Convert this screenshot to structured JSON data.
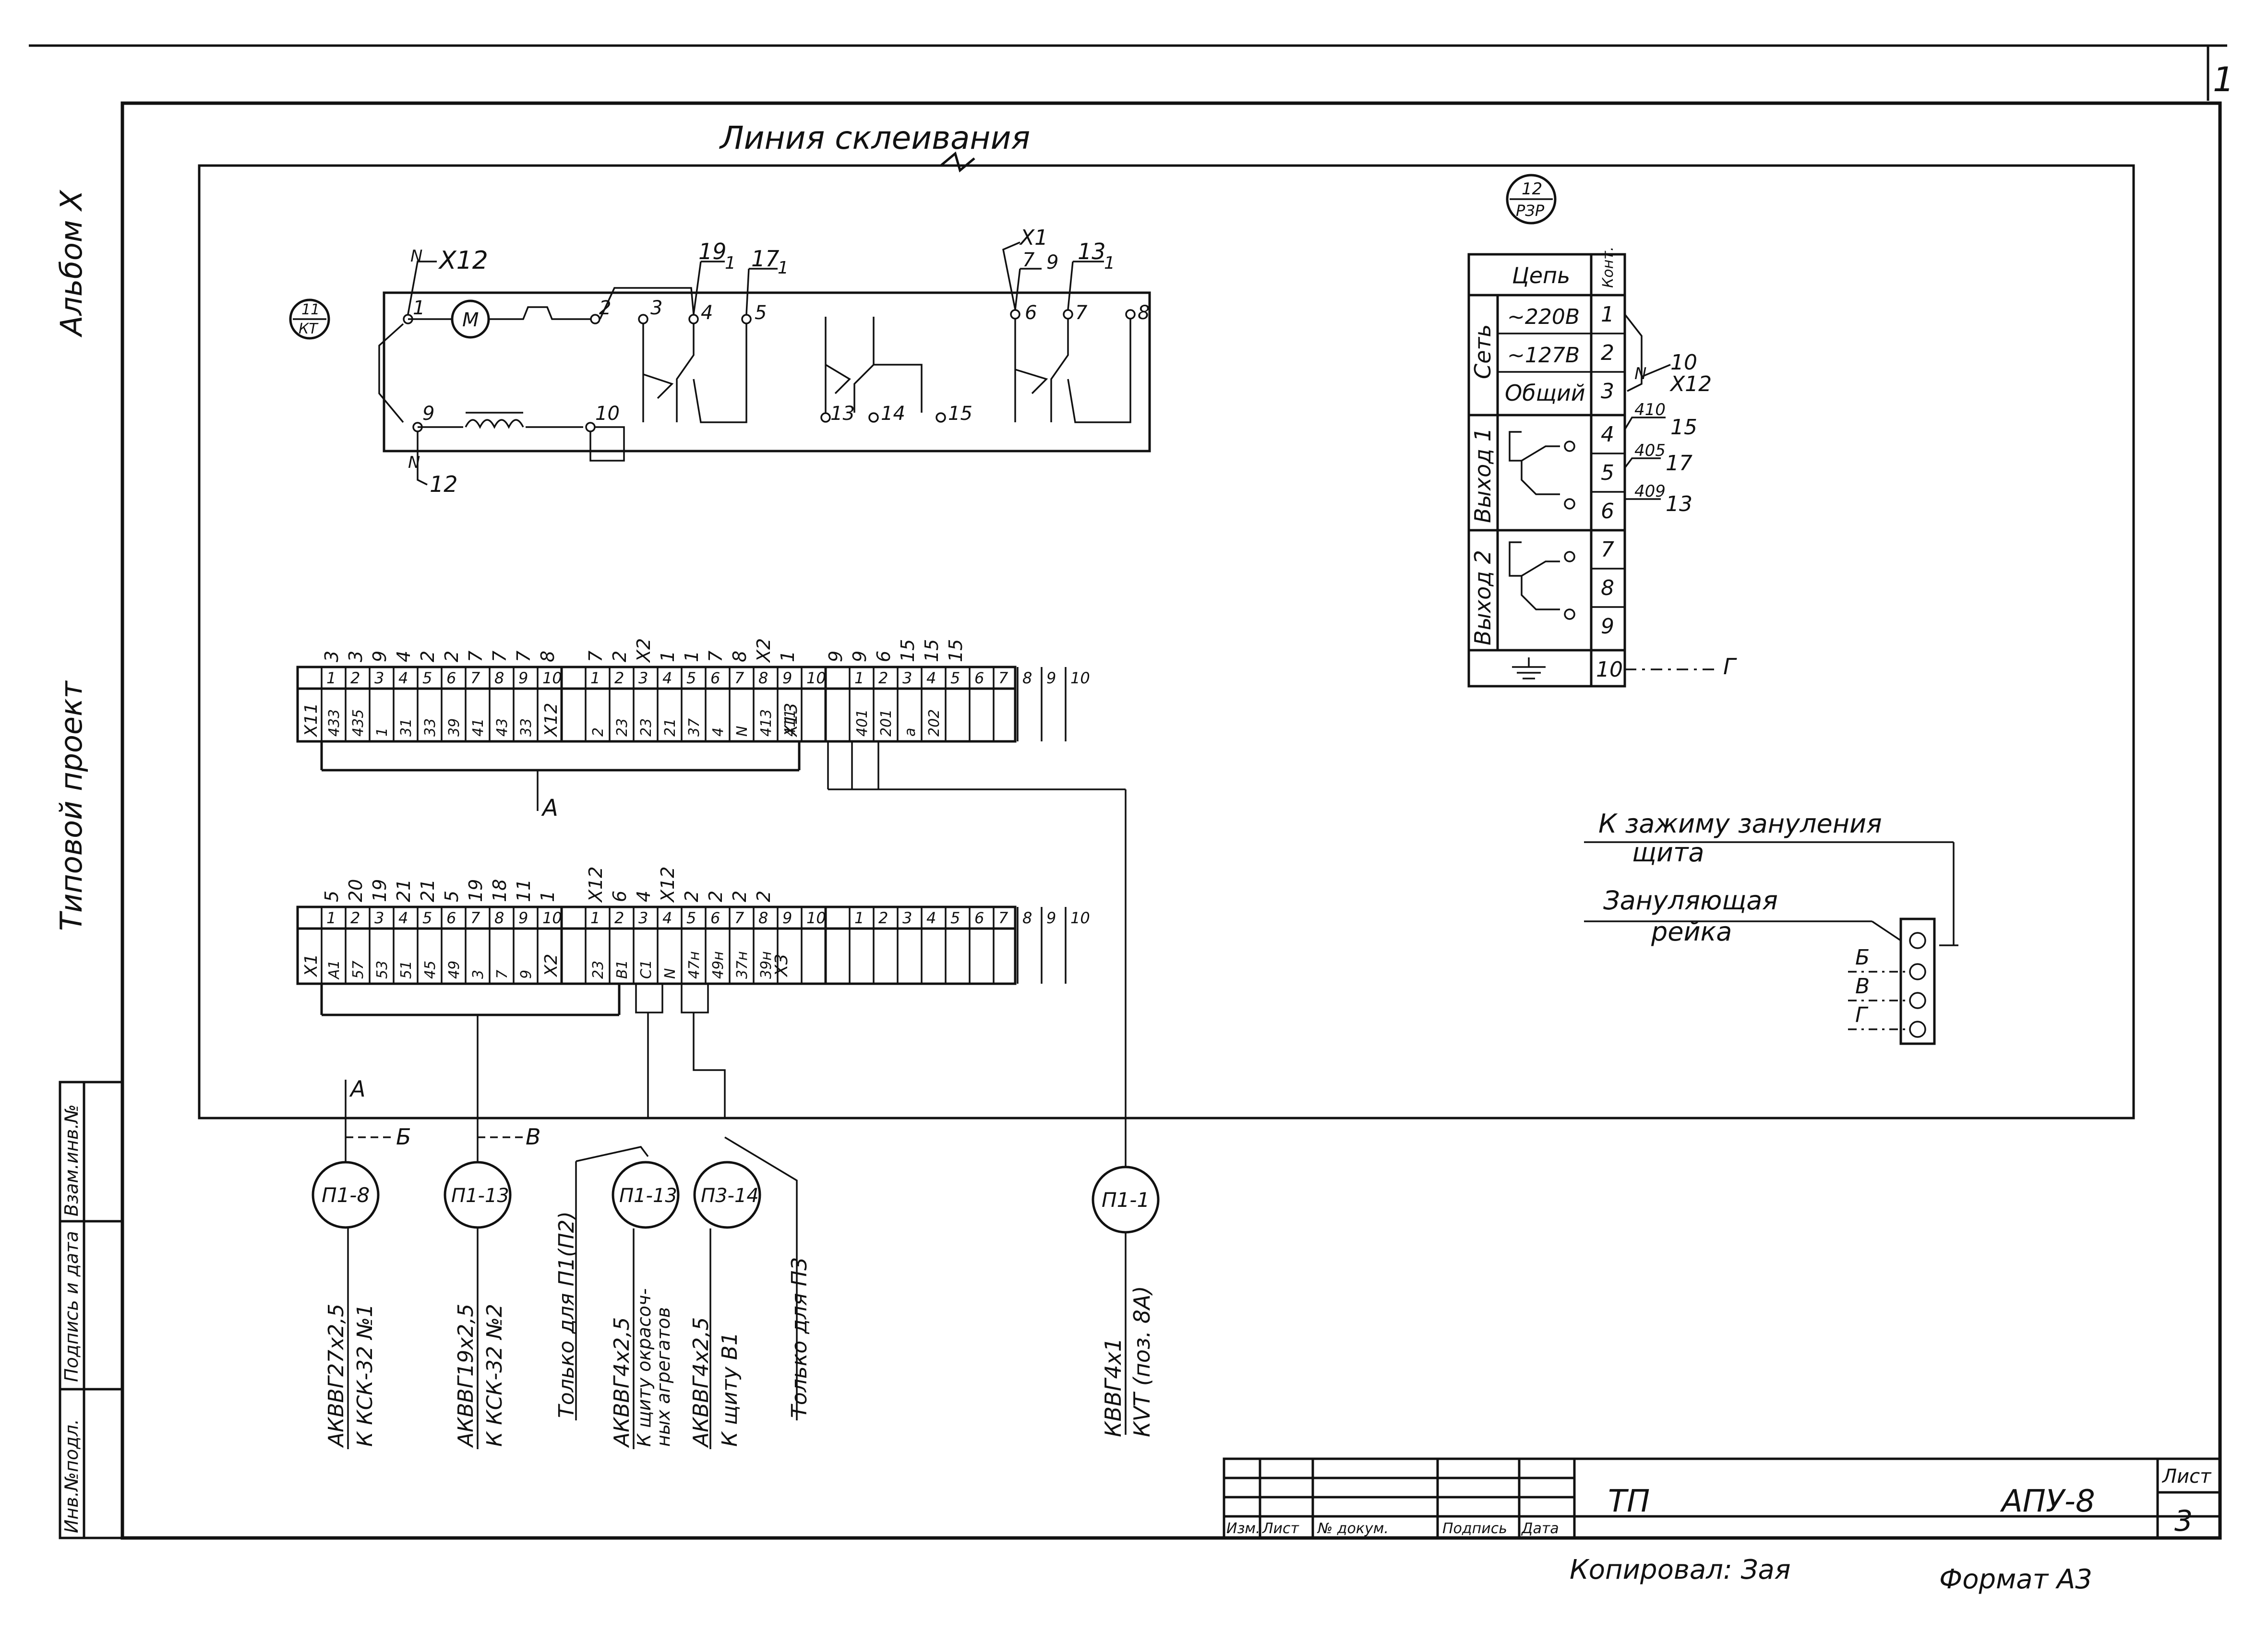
{
  "sheet_corner_number": "1",
  "side_labels": {
    "album": "Альбом X",
    "project": "Типовой проект"
  },
  "side_stamp": [
    "Инв.№подл.",
    "Подпись и дата",
    "Взам.инв.№"
  ],
  "gluing_line": "Линия склеивания",
  "relay_kt": {
    "tag_top": "11",
    "tag_bottom": "КТ",
    "wire_top": "X12",
    "wire_top_n": "N",
    "wire_bottom": "12",
    "wire_bottom_n": "N",
    "motor": "М",
    "pins_top": [
      "1",
      "2",
      "3",
      "4",
      "5",
      "6",
      "7",
      "8"
    ],
    "pins_bottom": [
      "9",
      "10",
      "13",
      "14",
      "15"
    ],
    "wire_4": "19",
    "wire_5": "17",
    "wire_6": "X1",
    "wire_7": "13",
    "wire_sub1": "1",
    "wire_sub2": "1",
    "wire_sub3": "9",
    "wire_sub4": "7",
    "wire_sub5": "1"
  },
  "relay_rzp": {
    "tag_top": "12",
    "tag_bottom": "РЗР",
    "header_circuit": "Цепь",
    "header_contact": "Конт.",
    "group_set": "Сеть",
    "group_out1": "Выход 1",
    "group_out2": "Выход 2",
    "rows": [
      "~220В",
      "~127В",
      "Общий"
    ],
    "contacts": [
      "1",
      "2",
      "3",
      "4",
      "5",
      "6",
      "7",
      "8",
      "9",
      "10"
    ],
    "wires": [
      {
        "n": "10",
        "sub": "N",
        "x": "X12"
      },
      {
        "n": "15",
        "sub": "410"
      },
      {
        "n": "17",
        "sub": "405"
      },
      {
        "n": "13",
        "sub": "409"
      }
    ],
    "ground_wire": "Г"
  },
  "terminal_upper": {
    "top_wires": [
      "3",
      "3",
      "9",
      "4",
      "2",
      "2",
      "7",
      "7",
      "7",
      "8",
      "7",
      "2",
      "X2",
      "1",
      "1",
      "7",
      "8",
      "X2",
      "1",
      "9",
      "9",
      "6",
      "15",
      "15",
      "15"
    ],
    "block1_label": "X11",
    "block2_label": "X12",
    "block3_label": "X13",
    "block1_pins": [
      "1",
      "2",
      "3",
      "4",
      "5",
      "6",
      "7",
      "8",
      "9",
      "10"
    ],
    "block1_wires": [
      "433",
      "435",
      "1",
      "31",
      "33",
      "39",
      "41",
      "43",
      "33"
    ],
    "block2_pins": [
      "1",
      "2",
      "3",
      "4",
      "5",
      "6",
      "7",
      "8",
      "9",
      "10"
    ],
    "block2_wires": [
      "2",
      "23",
      "23",
      "21",
      "37",
      "4",
      "N",
      "413",
      "411"
    ],
    "block3_pins": [
      "1",
      "2",
      "3",
      "4",
      "5",
      "6",
      "7",
      "8",
      "9",
      "10"
    ],
    "block3_wires": [
      "401",
      "201",
      "a",
      "202"
    ],
    "bus_label": "А"
  },
  "terminal_lower": {
    "top_wires": [
      "5",
      "20",
      "19",
      "21",
      "21",
      "5",
      "19",
      "18",
      "11",
      "1",
      "X12",
      "6",
      "4",
      "X12",
      "2",
      "2",
      "2",
      "2"
    ],
    "block1_label": "X1",
    "block2_label": "X2",
    "block3_label": "X3",
    "block1_pins": [
      "1",
      "2",
      "3",
      "4",
      "5",
      "6",
      "7",
      "8",
      "9",
      "10"
    ],
    "block1_wires": [
      "А1",
      "57",
      "53",
      "51",
      "45",
      "49",
      "3",
      "7",
      "9"
    ],
    "block2_pins": [
      "1",
      "2",
      "3",
      "4",
      "5",
      "6",
      "7",
      "8",
      "9",
      "10"
    ],
    "block2_wires": [
      "23",
      "В1",
      "С1",
      "N",
      "47н",
      "49н",
      "37н",
      "39н"
    ],
    "block3_pins": [
      "1",
      "2",
      "3",
      "4",
      "5",
      "6",
      "7",
      "8",
      "9",
      "10"
    ]
  },
  "grounding": {
    "title1": "К зажиму зануления",
    "title1b": "щита",
    "title2": "Зануляющая",
    "title2b": "рейка",
    "labels": [
      "Б",
      "В",
      "Г"
    ]
  },
  "cables": [
    {
      "tag": "П1-8",
      "line1": "АКВВГ27х2,5",
      "line2": "К КСК-32 №1",
      "bus": "А",
      "branch": "Б"
    },
    {
      "tag": "П1-13",
      "line1": "АКВВГ19х2,5",
      "line2": "К КСК-32 №2",
      "branch": "В"
    },
    {
      "tag": "П1-13",
      "line0": "Только для П1(П2)",
      "line1": "АКВВГ4х2,5",
      "line2": "К щиту окрасоч-",
      "line3": "ных агрегатов"
    },
    {
      "tag": "П3-14",
      "line1": "АКВВГ4х2,5",
      "line2": "К щиту В1",
      "line3": "Только для П3"
    },
    {
      "tag": "П1-1",
      "line1": "КВВГ4х1",
      "line2": "КVТ (поз. 8А)"
    }
  ],
  "title_block": {
    "col_labels": [
      "Изм.",
      "Лист",
      "№ докум.",
      "Подпись",
      "Дата"
    ],
    "project_code": "ТП",
    "doc_code": "АПУ-8",
    "sheet_label": "Лист",
    "sheet_number": "3"
  },
  "footer": {
    "copied": "Копировал: Зая",
    "format": "Формат А3"
  }
}
